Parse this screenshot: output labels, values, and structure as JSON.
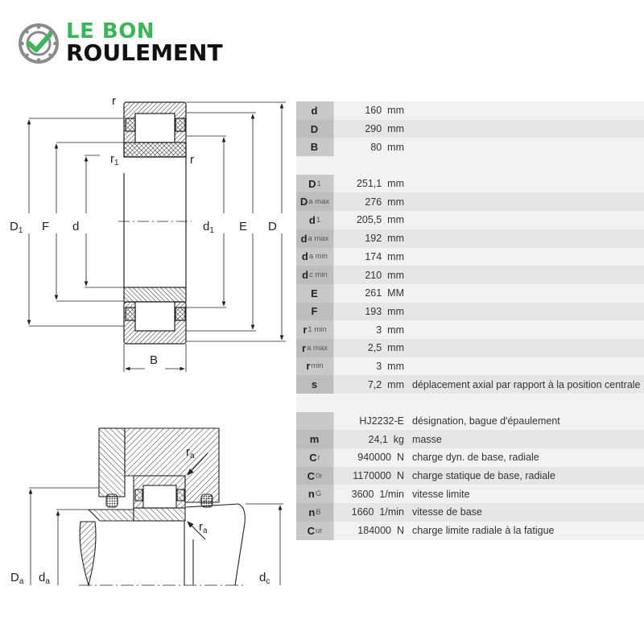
{
  "logo": {
    "line1": "LE BON",
    "line2": "ROULEMENT",
    "icon": "bearing-check-icon",
    "colors": {
      "green": "#3cb55a",
      "dark": "#111111",
      "gray": "#888888"
    }
  },
  "diagram_top": {
    "labels": {
      "r_top": "r",
      "r1": "r",
      "r1_sub": "1",
      "r_right": "r",
      "D1": "D",
      "D1_sub": "1",
      "F": "F",
      "d": "d",
      "d1": "d",
      "d1_sub": "1",
      "E": "E",
      "D": "D",
      "B": "B"
    }
  },
  "diagram_bottom": {
    "labels": {
      "ra_top": "r",
      "ra_top_sub": "a",
      "ra_bottom": "r",
      "ra_bottom_sub": "a",
      "Da": "D",
      "Da_sub": "a",
      "da": "d",
      "da_sub": "a",
      "dc": "d",
      "dc_sub": "c"
    }
  },
  "colors": {
    "key_bg": "#c8c8c8",
    "row_light": "#f2f2f2",
    "row_dark": "#e6e6e6",
    "text": "#333333"
  },
  "table": {
    "rows": [
      {
        "key": "d",
        "sub": "",
        "value": "160",
        "unit": "mm",
        "desc": ""
      },
      {
        "key": "D",
        "sub": "",
        "value": "290",
        "unit": "mm",
        "desc": ""
      },
      {
        "key": "B",
        "sub": "",
        "value": "80",
        "unit": "mm",
        "desc": ""
      },
      {
        "blank": true
      },
      {
        "key": "D",
        "sub": "1",
        "value": "251,1",
        "unit": "mm",
        "desc": ""
      },
      {
        "key": "D",
        "sub": "a max",
        "value": "276",
        "unit": "mm",
        "desc": ""
      },
      {
        "key": "d",
        "sub": "1",
        "value": "205,5",
        "unit": "mm",
        "desc": ""
      },
      {
        "key": "d",
        "sub": "a max",
        "value": "192",
        "unit": "mm",
        "desc": ""
      },
      {
        "key": "d",
        "sub": "a min",
        "value": "174",
        "unit": "mm",
        "desc": ""
      },
      {
        "key": "d",
        "sub": "c min",
        "value": "210",
        "unit": "mm",
        "desc": ""
      },
      {
        "key": "E",
        "sub": "",
        "value": "261",
        "unit": "MM",
        "desc": ""
      },
      {
        "key": "F",
        "sub": "",
        "value": "193",
        "unit": "mm",
        "desc": ""
      },
      {
        "key": "r",
        "sub": "1 min",
        "value": "3",
        "unit": "mm",
        "desc": ""
      },
      {
        "key": "r",
        "sub": "a max",
        "value": "2,5",
        "unit": "mm",
        "desc": ""
      },
      {
        "key": "r",
        "sub": "min",
        "value": "3",
        "unit": "mm",
        "desc": ""
      },
      {
        "key": "s",
        "sub": "",
        "value": "7,2",
        "unit": "mm",
        "desc": "déplacement axial par rapport à la position centrale"
      },
      {
        "blank": true
      },
      {
        "key": "",
        "sub": "",
        "value": "HJ2232-E",
        "unit": "",
        "desc": "désignation, bague d'épaulement"
      },
      {
        "key": "m",
        "sub": "",
        "value": "24,1",
        "unit": "kg",
        "desc": "masse"
      },
      {
        "key": "C",
        "sub": "r",
        "value": "940000",
        "unit": "N",
        "desc": "charge dyn. de base, radiale"
      },
      {
        "key": "C",
        "sub": "0r",
        "value": "1170000",
        "unit": "N",
        "desc": "charge statique de base, radiale"
      },
      {
        "key": "n",
        "sub": "G",
        "value": "3600",
        "unit": "1/min",
        "desc": "vitesse limite"
      },
      {
        "key": "n",
        "sub": "B",
        "value": "1660",
        "unit": "1/min",
        "desc": "vitesse de base"
      },
      {
        "key": "C",
        "sub": "ur",
        "value": "184000",
        "unit": "N",
        "desc": "charge limite radiale à la fatigue"
      }
    ]
  }
}
